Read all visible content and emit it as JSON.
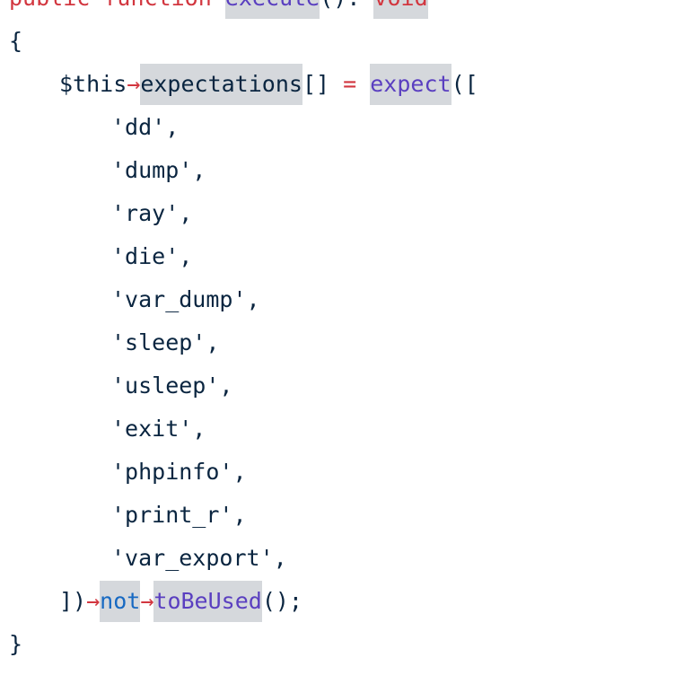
{
  "code": {
    "signature": {
      "kw_public": "public",
      "kw_function": "function",
      "method_name": "execute",
      "parens": "():",
      "return_type": "void"
    },
    "open_brace": "{",
    "assign_line": {
      "this_var": "$this",
      "arrow": "→",
      "property": "expectations",
      "brackets": "[]",
      "equals": "=",
      "call": "expect",
      "open": "(["
    },
    "items": [
      "'dd',",
      "'dump',",
      "'ray',",
      "'die',",
      "'var_dump',",
      "'sleep',",
      "'usleep',",
      "'exit',",
      "'phpinfo',",
      "'print_r',",
      "'var_export',"
    ],
    "chain_line": {
      "close": "])",
      "arrow1": "→",
      "not_method": "not",
      "arrow2": "→",
      "final_method": "toBeUsed",
      "end": "();"
    },
    "close_brace": "}"
  }
}
